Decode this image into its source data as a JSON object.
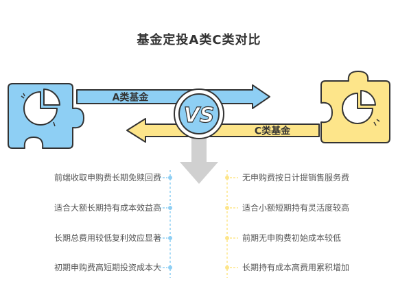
{
  "title": "基金定投A类C类对比",
  "class_a": {
    "label": "A类基金",
    "color": "#8ECFF4",
    "items": [
      "前端收取申购费长期免赎回费",
      "适合大额长期持有成本效益高",
      "长期总费用较低复利效应显著",
      "初期申购费高短期投资成本大"
    ]
  },
  "class_c": {
    "label": "C类基金",
    "color": "#FDE58A",
    "items": [
      "无申购费按日计提销售服务费",
      "适合小额短期持有灵活度较高",
      "前期无申购费初始成本较低",
      "长期持有成本高费用累积增加"
    ]
  },
  "badge": "VS",
  "icons": [
    "pie-chart-icon",
    "vs-badge-icon"
  ],
  "colors": {
    "outline": "#333333",
    "arrow_gray": "#D0D0D0",
    "text": "#555555"
  }
}
